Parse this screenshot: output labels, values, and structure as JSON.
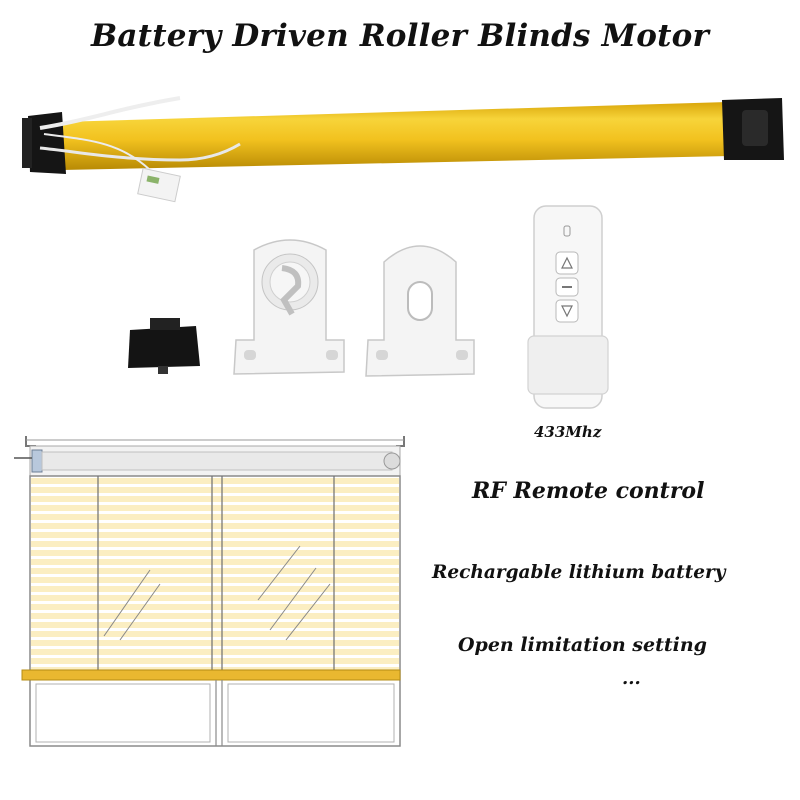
{
  "title": "Battery Driven Roller Blinds Motor",
  "remote": {
    "frequency": "433Mhz"
  },
  "features": [
    "RF Remote control",
    "Rechargable lithium battery",
    "Open limitation setting",
    "..."
  ],
  "colors": {
    "tube": "#f2c21f",
    "tube_shadow": "#c99a06",
    "bottom_bar": "#e9b830",
    "slat": "#fbeec2",
    "end_cap": "#161616"
  },
  "icons": [
    "motor-tube",
    "mounting-bracket",
    "remote-control",
    "adapter-plug",
    "roller-blind-illustration"
  ]
}
